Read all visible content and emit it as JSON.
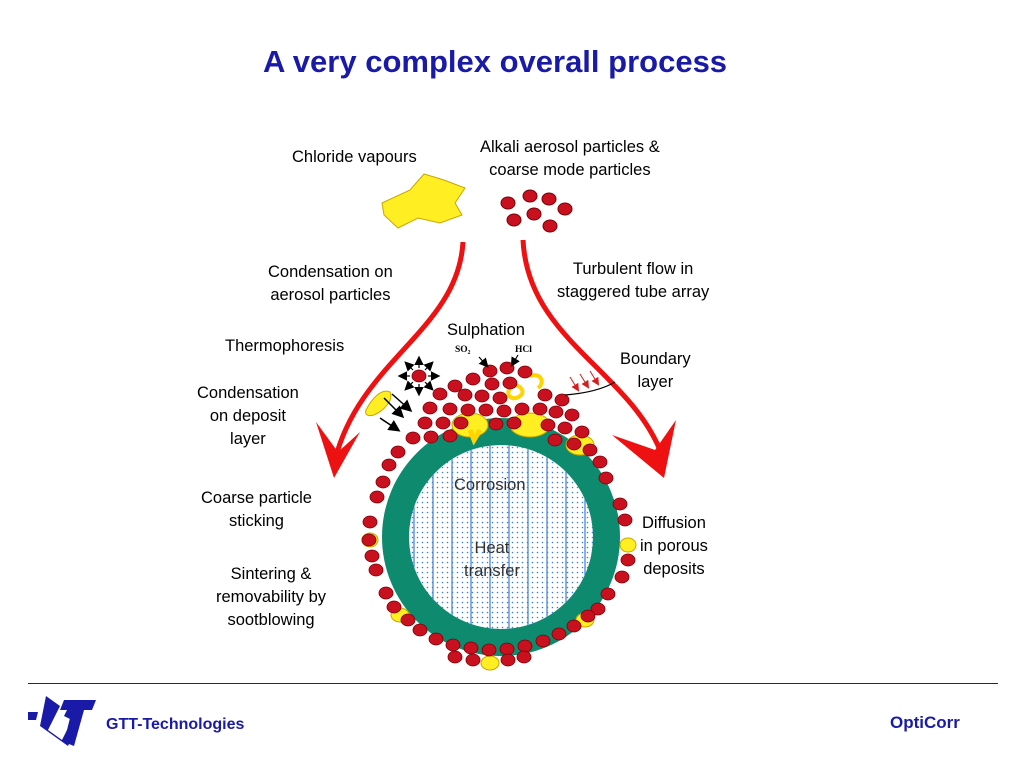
{
  "title": "A very complex overall process",
  "labels": {
    "chloride_vapours": "Chloride vapours",
    "alkali_line1": "Alkali aerosol particles &",
    "alkali_line2": "coarse mode particles",
    "condensation_aerosol_line1": "Condensation on",
    "condensation_aerosol_line2": "aerosol particles",
    "turbulent_line1": "Turbulent flow in",
    "turbulent_line2": "staggered tube array",
    "sulphation": "Sulphation",
    "so2": "SO₂",
    "hcl": "HCl",
    "thermophoresis": "Thermophoresis",
    "boundary_line1": "Boundary",
    "boundary_line2": "layer",
    "cond_deposit_line1": "Condensation",
    "cond_deposit_line2": "on deposit",
    "cond_deposit_line3": "layer",
    "corrosion": "Corrosion",
    "heat_line1": "Heat",
    "heat_line2": "transfer",
    "coarse_line1": "Coarse particle",
    "coarse_line2": "sticking",
    "diffusion_line1": "Diffusion",
    "diffusion_line2": "in porous",
    "diffusion_line3": "deposits",
    "sintering_line1": "Sintering &",
    "sintering_line2": "removability by",
    "sintering_line3": "sootblowing"
  },
  "footer": {
    "company": "GTT-Technologies",
    "product": "OptiCorr"
  },
  "colors": {
    "title": "#1a1aa8",
    "arrow": "#ee1111",
    "particle": "#c8101e",
    "vapour": "#ffee22",
    "tube_wall": "#0e8a6e",
    "tube_core": "#3d7fd8"
  },
  "icons": {
    "logo": "gtt-logo-icon"
  }
}
